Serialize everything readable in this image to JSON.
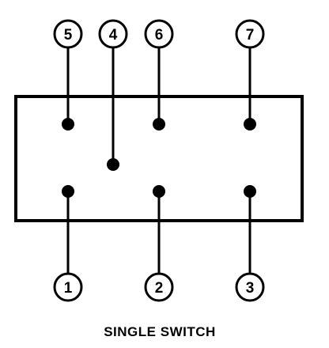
{
  "caption": "SINGLE SWITCH",
  "pins": [
    {
      "label": "5",
      "position": "top"
    },
    {
      "label": "4",
      "position": "top"
    },
    {
      "label": "6",
      "position": "top"
    },
    {
      "label": "7",
      "position": "top"
    },
    {
      "label": "1",
      "position": "bottom"
    },
    {
      "label": "2",
      "position": "bottom"
    },
    {
      "label": "3",
      "position": "bottom"
    }
  ],
  "colors": {
    "line": "#000000",
    "background": "#ffffff"
  }
}
